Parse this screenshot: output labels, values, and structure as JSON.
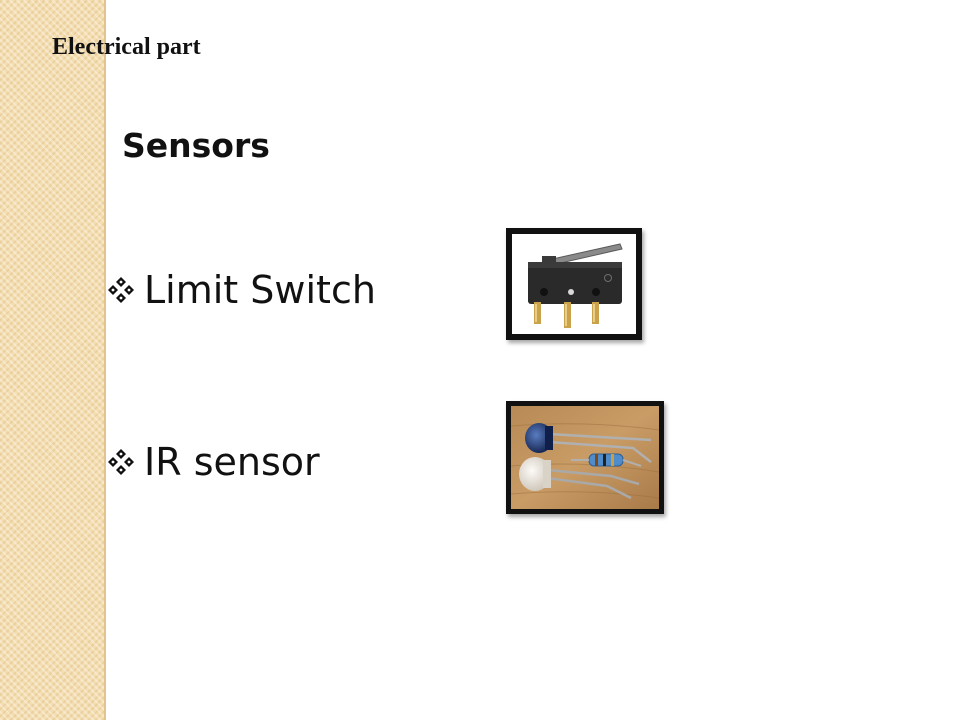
{
  "slide": {
    "section_title": "Electrical part",
    "heading": "Sensors",
    "bullets": [
      {
        "label": "Limit Switch",
        "icon": "diamond-bullet-icon",
        "image": "limit-switch-photo"
      },
      {
        "label": "IR sensor",
        "icon": "diamond-bullet-icon",
        "image": "ir-sensor-photo"
      }
    ]
  },
  "colors": {
    "side_strip": "#f4ddb0",
    "text": "#111111",
    "photo_frame": "#111111"
  }
}
